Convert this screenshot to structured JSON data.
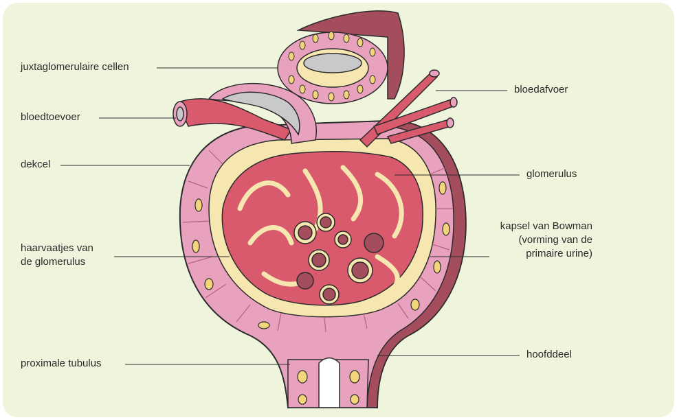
{
  "labels": {
    "juxtaglomerular": "juxtaglomerulaire cellen",
    "bloodSupply": "bloedtoevoer",
    "lid": "dekcel",
    "capillaries": "haarvaatjes van\nde glomerulus",
    "proximalTubule": "proximale tubulus",
    "bloodDrain": "bloedafvoer",
    "glomerulus": "glomerulus",
    "bowmanCapsule": "kapsel van Bowman\n(vorming van de\nprimaire urine)",
    "mainPart": "hoofddeel"
  },
  "colors": {
    "background": "#eff5dd",
    "capsule": "#e8a2be",
    "capsuleDark": "#d07fa2",
    "vessel": "#d9596d",
    "vesselDark": "#b8404f",
    "podocyte": "#f6e7b1",
    "nucleus": "#f3d67a",
    "lumen": "#c9c9cc",
    "outline": "#2b2b2b",
    "arteryOuter": "#a44d5d"
  }
}
